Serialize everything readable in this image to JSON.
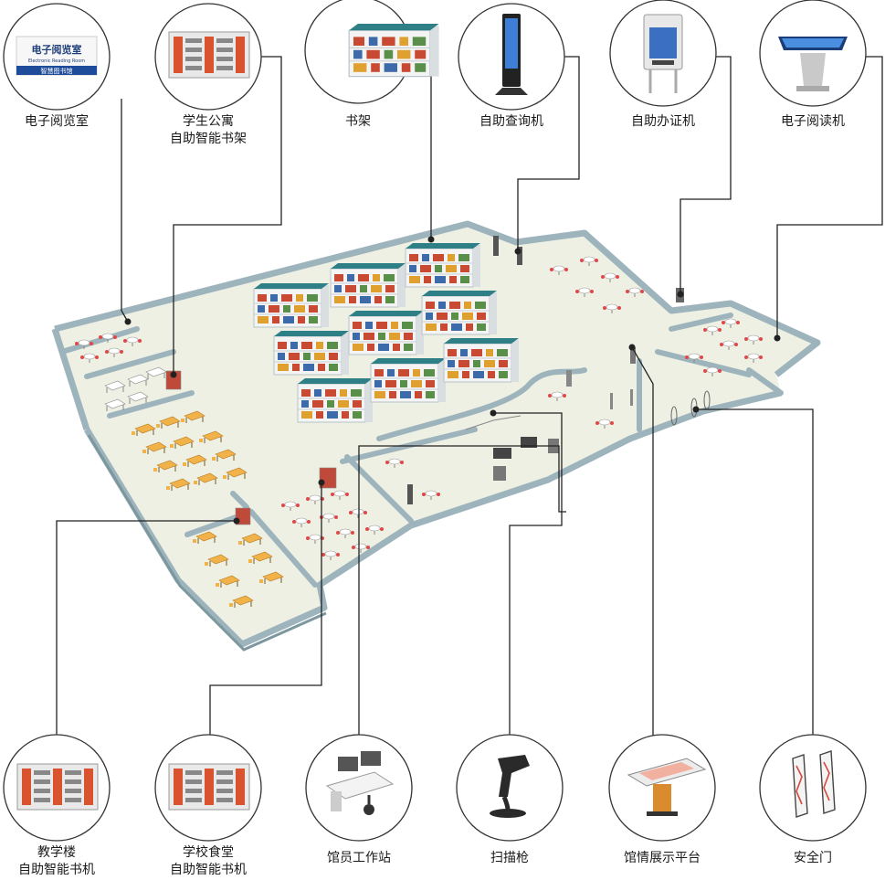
{
  "signage": {
    "title": "电子阅览室",
    "subtitle": "Electronic Reading Room",
    "footer": "智慧图书馆"
  },
  "devices_top": [
    {
      "id": "e-reading-room",
      "lines": [
        "电子阅览室"
      ],
      "icon": "e-reading-room-sign-icon"
    },
    {
      "id": "dorm-smart-shelf",
      "lines": [
        "学生公寓",
        "自助智能书架"
      ],
      "icon": "smart-bookshelf-icon"
    },
    {
      "id": "bookshelf",
      "lines": [
        "书架"
      ],
      "icon": "bookshelf-icon"
    },
    {
      "id": "self-query-kiosk",
      "lines": [
        "自助查询机"
      ],
      "icon": "query-kiosk-icon"
    },
    {
      "id": "self-card-machine",
      "lines": [
        "自助办证机"
      ],
      "icon": "card-issuing-machine-icon"
    },
    {
      "id": "e-reader",
      "lines": [
        "电子阅读机"
      ],
      "icon": "e-reader-icon"
    }
  ],
  "devices_bottom": [
    {
      "id": "teaching-building-book-machine",
      "lines": [
        "教学楼",
        "自助智能书机"
      ],
      "icon": "smart-bookshelf-icon"
    },
    {
      "id": "canteen-book-machine",
      "lines": [
        "学校食堂",
        "自助智能书机"
      ],
      "icon": "smart-bookshelf-icon"
    },
    {
      "id": "librarian-workstation",
      "lines": [
        "馆员工作站"
      ],
      "icon": "workstation-icon"
    },
    {
      "id": "barcode-scanner",
      "lines": [
        "扫描枪"
      ],
      "icon": "barcode-scanner-icon"
    },
    {
      "id": "library-display-platform",
      "lines": [
        "馆情展示平台"
      ],
      "icon": "display-platform-icon"
    },
    {
      "id": "security-gate",
      "lines": [
        "安全门"
      ],
      "icon": "security-gate-icon"
    }
  ],
  "colors": {
    "floor": "#eef0e4",
    "wall": "#9db4bc",
    "wall_dark": "#7d979f",
    "shelf_roof": "#2e7f86",
    "connector": "#222222",
    "circle_border": "#333333"
  }
}
